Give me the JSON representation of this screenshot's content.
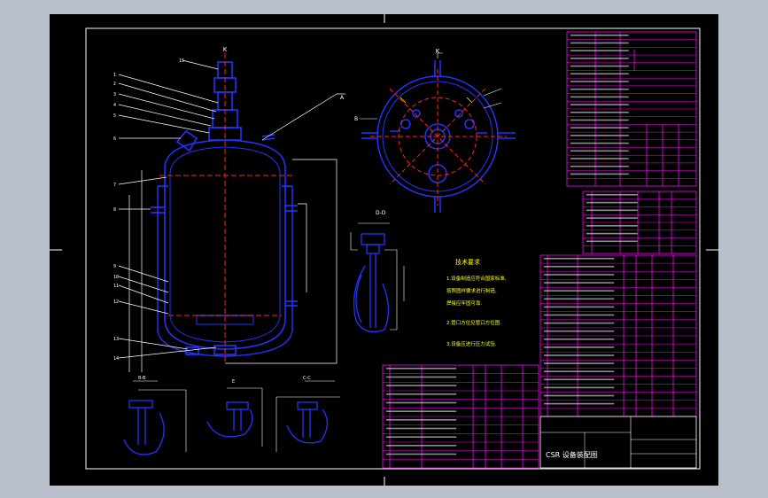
{
  "drawing": {
    "title_block_text": "CSR 设备装配图",
    "labels": {
      "top_nozzle": "K",
      "section_a": "A",
      "section_b": "B",
      "section_d": "D-D",
      "section_b2": "B-B",
      "section_c": "C-C",
      "section_e": "E"
    },
    "notes_heading": "技术要求",
    "notes": [
      "1.设备制造应符合国家标准,",
      "按照图样要求进行制造,",
      "焊接应牢固可靠.",
      "2.管口方位见管口方位图.",
      "3.设备应进行压力试验."
    ]
  },
  "colors": {
    "background": "#000000",
    "outer": "#b9c0cc",
    "frame": "#ffffff",
    "vessel": "#2233ff",
    "table": "#ff00ff",
    "dims": "#ffffff",
    "centerline": "#ff2222",
    "highlight": "#ffff00"
  }
}
